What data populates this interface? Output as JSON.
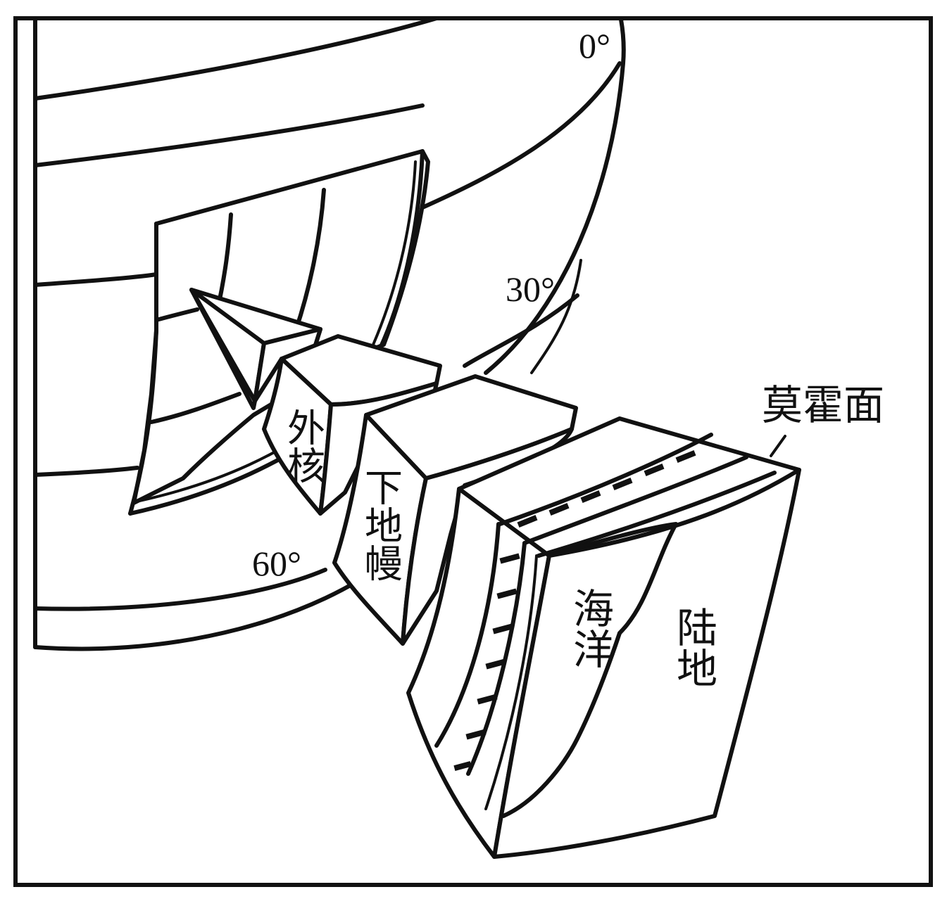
{
  "diagram": {
    "degree_labels": {
      "deg_0": "0°",
      "deg_30": "30°",
      "deg_60": "60°"
    },
    "layer_labels": {
      "outer_core": "外核",
      "lower_mantle": "下地幔",
      "ocean": "海洋",
      "land": "陆地",
      "moho": "莫霍面"
    }
  }
}
